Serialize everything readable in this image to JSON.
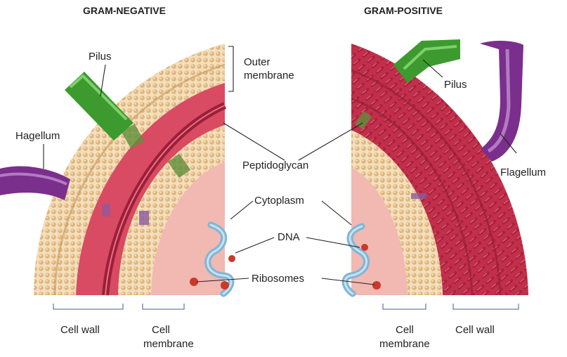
{
  "headers": {
    "gram_negative": "GRAM-NEGATIVE",
    "gram_positive": "GRAM-POSITIVE"
  },
  "labels": {
    "pilus_left": "Pilus",
    "flagellum_left": "Hagellum",
    "outer_membrane_line1": "Outer",
    "outer_membrane_line2": "membrane",
    "peptidoglycan": "Peptidoglycan",
    "cytoplasm": "Cytoplasm",
    "dna": "DNA",
    "ribosomes": "Ribosomes",
    "pilus_right": "Pilus",
    "flagellum_right": "Flagellum",
    "cell_wall_left": "Cell wall",
    "cell_membrane_left_line1": "Cell",
    "cell_membrane_left_line2": "membrane",
    "cell_membrane_right_line1": "Cell",
    "cell_membrane_right_line2": "membrane",
    "cell_wall_right": "Cell wall"
  },
  "colors": {
    "lipid_head": "#e8c48e",
    "lipid_bg": "#f3dcb8",
    "peptidoglycan": "#c8324e",
    "peptidoglycan_dark": "#9c1f39",
    "cytoplasm": "#f2b3b0",
    "periplasm": "#e86f7c",
    "pilus": "#3d9a2e",
    "flagellum": "#7a2f8c",
    "dna": "#7fb6d6",
    "ribosome": "#c83a2a"
  },
  "icons": [
    "dna-strand-icon",
    "ribosome-icon",
    "pilus-icon",
    "flagellum-icon"
  ]
}
